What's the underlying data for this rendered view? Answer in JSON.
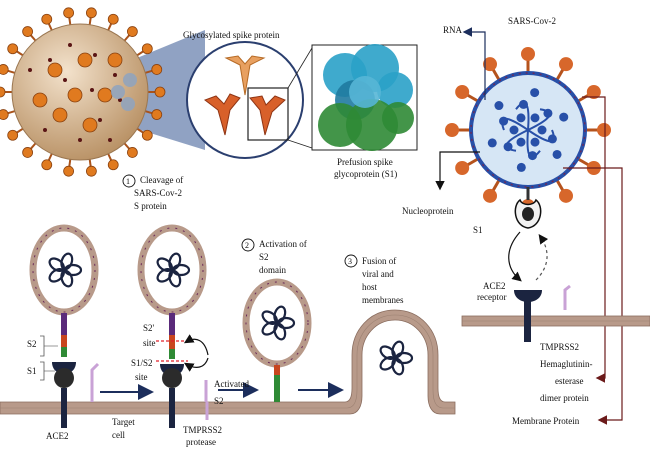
{
  "labels": {
    "glycosylated_spike": "Glycosylated spike protein",
    "prefusion_line1": "Prefusion spike",
    "prefusion_line2": "glycoprotein (S1)",
    "rna": "RNA",
    "sars_cov2": "SARS-Cov-2",
    "nucleoprotein": "Nucleoprotein",
    "s1_right": "S1",
    "ace2_receptor_line1": "ACE2",
    "ace2_receptor_line2": "receptor",
    "tmprss2_right": "TMPRSS2",
    "hemagglutinin_line1": "Hemaglutinin-",
    "hemagglutinin_line2": "esterase",
    "hemagglutinin_line3": "dimer protein",
    "membrane_protein": "Membrane Protein",
    "step1_number": "1",
    "step1_line1": "Cleavage of",
    "step1_line2": "SARS-Cov-2",
    "step1_line3": "S protein",
    "step2_number": "2",
    "step2_line1": "Activation of",
    "step2_line2": "S2",
    "step2_line3": "domain",
    "step3_number": "3",
    "step3_line1": "Fusion of",
    "step3_line2": "viral and",
    "step3_line3": "host",
    "step3_line4": "membranes",
    "s2_left": "S2",
    "s1_left": "S1",
    "s2_prime_line1": "S2'",
    "s2_prime_line2": "site",
    "s1s2_line1": "S1/S2",
    "s1s2_line2": "site",
    "activated_line1": "Activated",
    "activated_line2": "S2",
    "ace2_bottom": "ACE2",
    "target_line1": "Target",
    "target_line2": "cell",
    "tmprss2_bottom_line1": "TMPRSS2",
    "tmprss2_bottom_line2": "protease"
  },
  "colors": {
    "virus_body": "#c9a77c",
    "spike_orange": "#e07a1f",
    "spike_red": "#c8461e",
    "membrane": "#b89a8a",
    "rna_dark": "#1b2440",
    "virion_blue": "#2850a8",
    "virion_fill": "#d6e6f5",
    "arrow_navy": "#1c2e5c",
    "arrow_maroon": "#6b1a1a",
    "tmprss2": "#c9a2d6",
    "zoom_cone": "#7d92b8",
    "protein_cyan": "#2aa1c8",
    "protein_green": "#2f8a35"
  }
}
